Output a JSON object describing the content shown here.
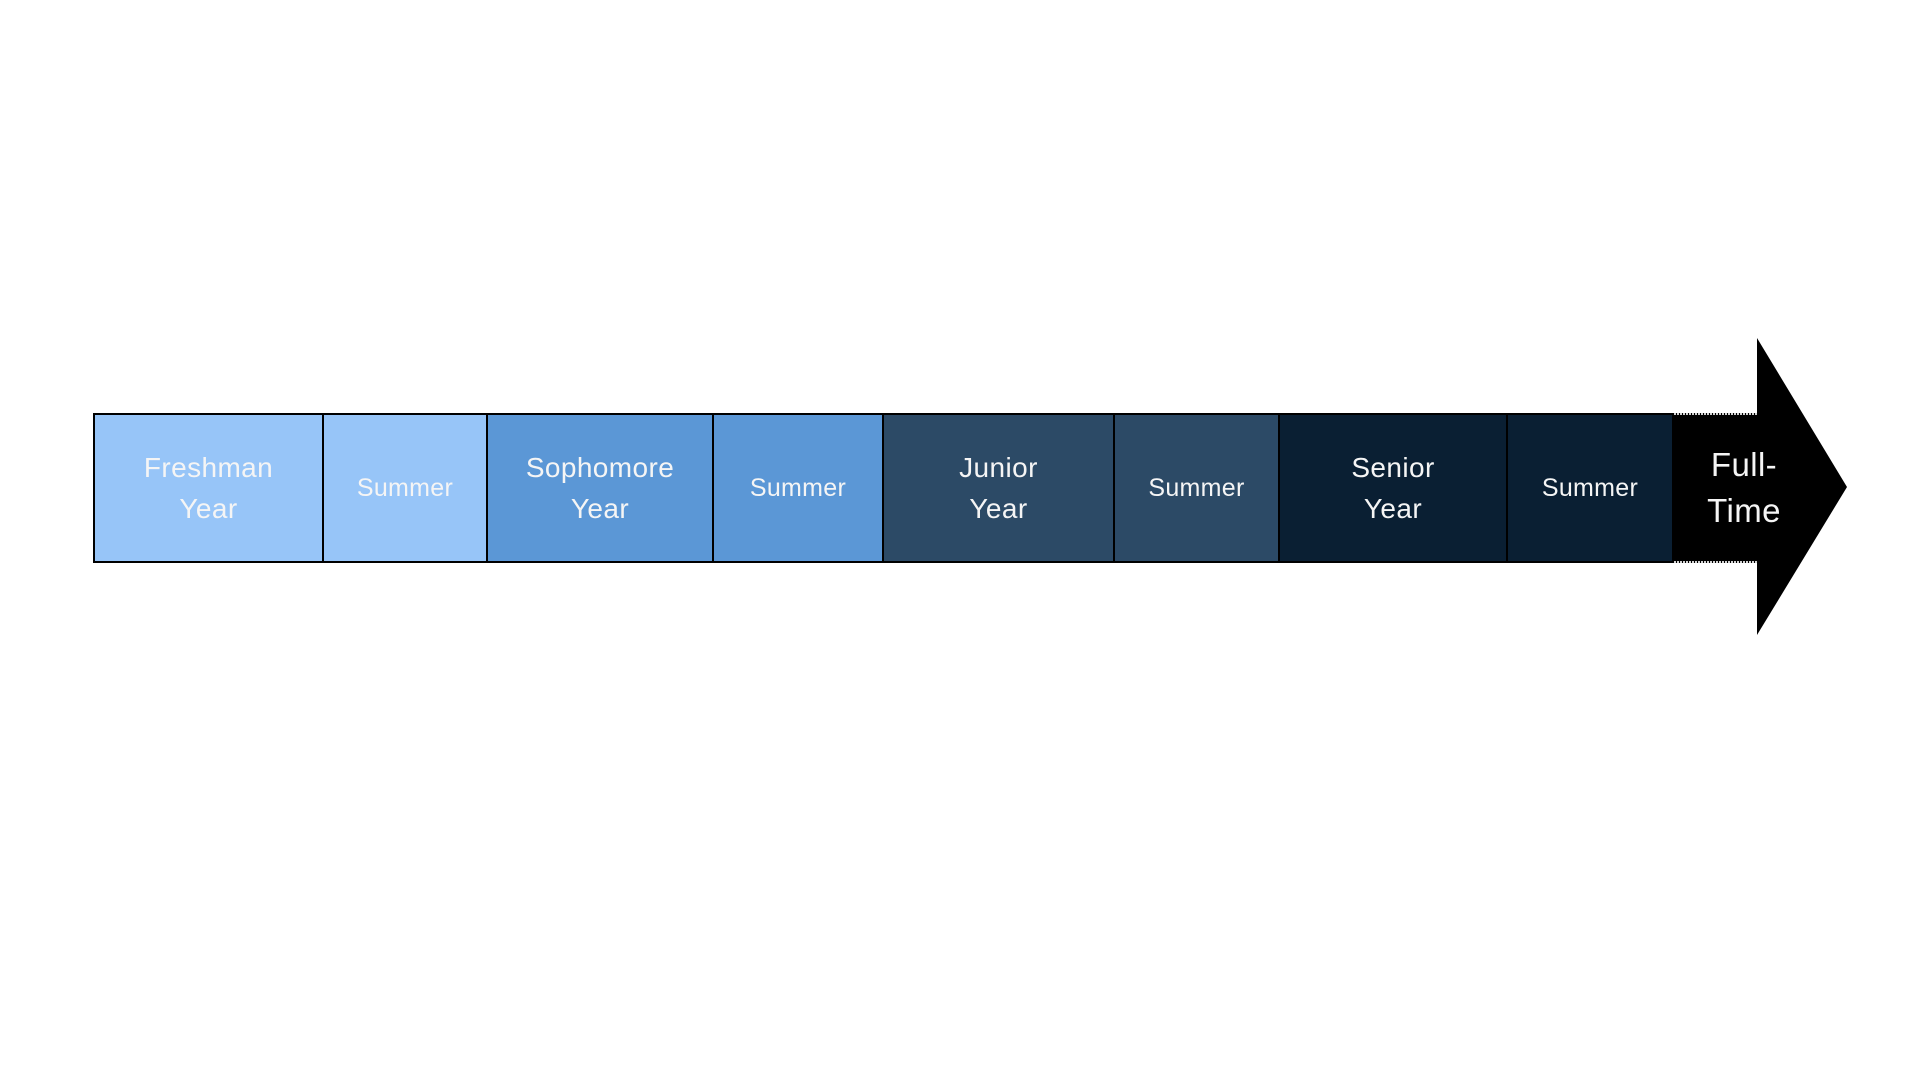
{
  "diagram": {
    "background": "#FFFFFF",
    "border_color": "#000000",
    "text_color": "#F5F5F5",
    "arrow_fill": "#000000",
    "arrow_edge_highlight": "#D4D4D4",
    "segments": [
      {
        "label": "Freshman\nYear",
        "type": "year",
        "color": "#97C5F8"
      },
      {
        "label": "Summer",
        "type": "summer",
        "color": "#97C5F8"
      },
      {
        "label": "Sophomore\nYear",
        "type": "year",
        "color": "#5B97D6"
      },
      {
        "label": "Summer",
        "type": "summer",
        "color": "#5B97D6"
      },
      {
        "label": "Junior\nYear",
        "type": "year",
        "color": "#2C4A66"
      },
      {
        "label": "Summer",
        "type": "summer",
        "color": "#2C4A66"
      },
      {
        "label": "Senior\nYear",
        "type": "year",
        "color": "#0A1F33"
      },
      {
        "label": "Summer",
        "type": "summer",
        "color": "#0A1F33"
      },
      {
        "label": "Full-\nTime",
        "type": "terminal",
        "color": "#000000"
      }
    ]
  }
}
